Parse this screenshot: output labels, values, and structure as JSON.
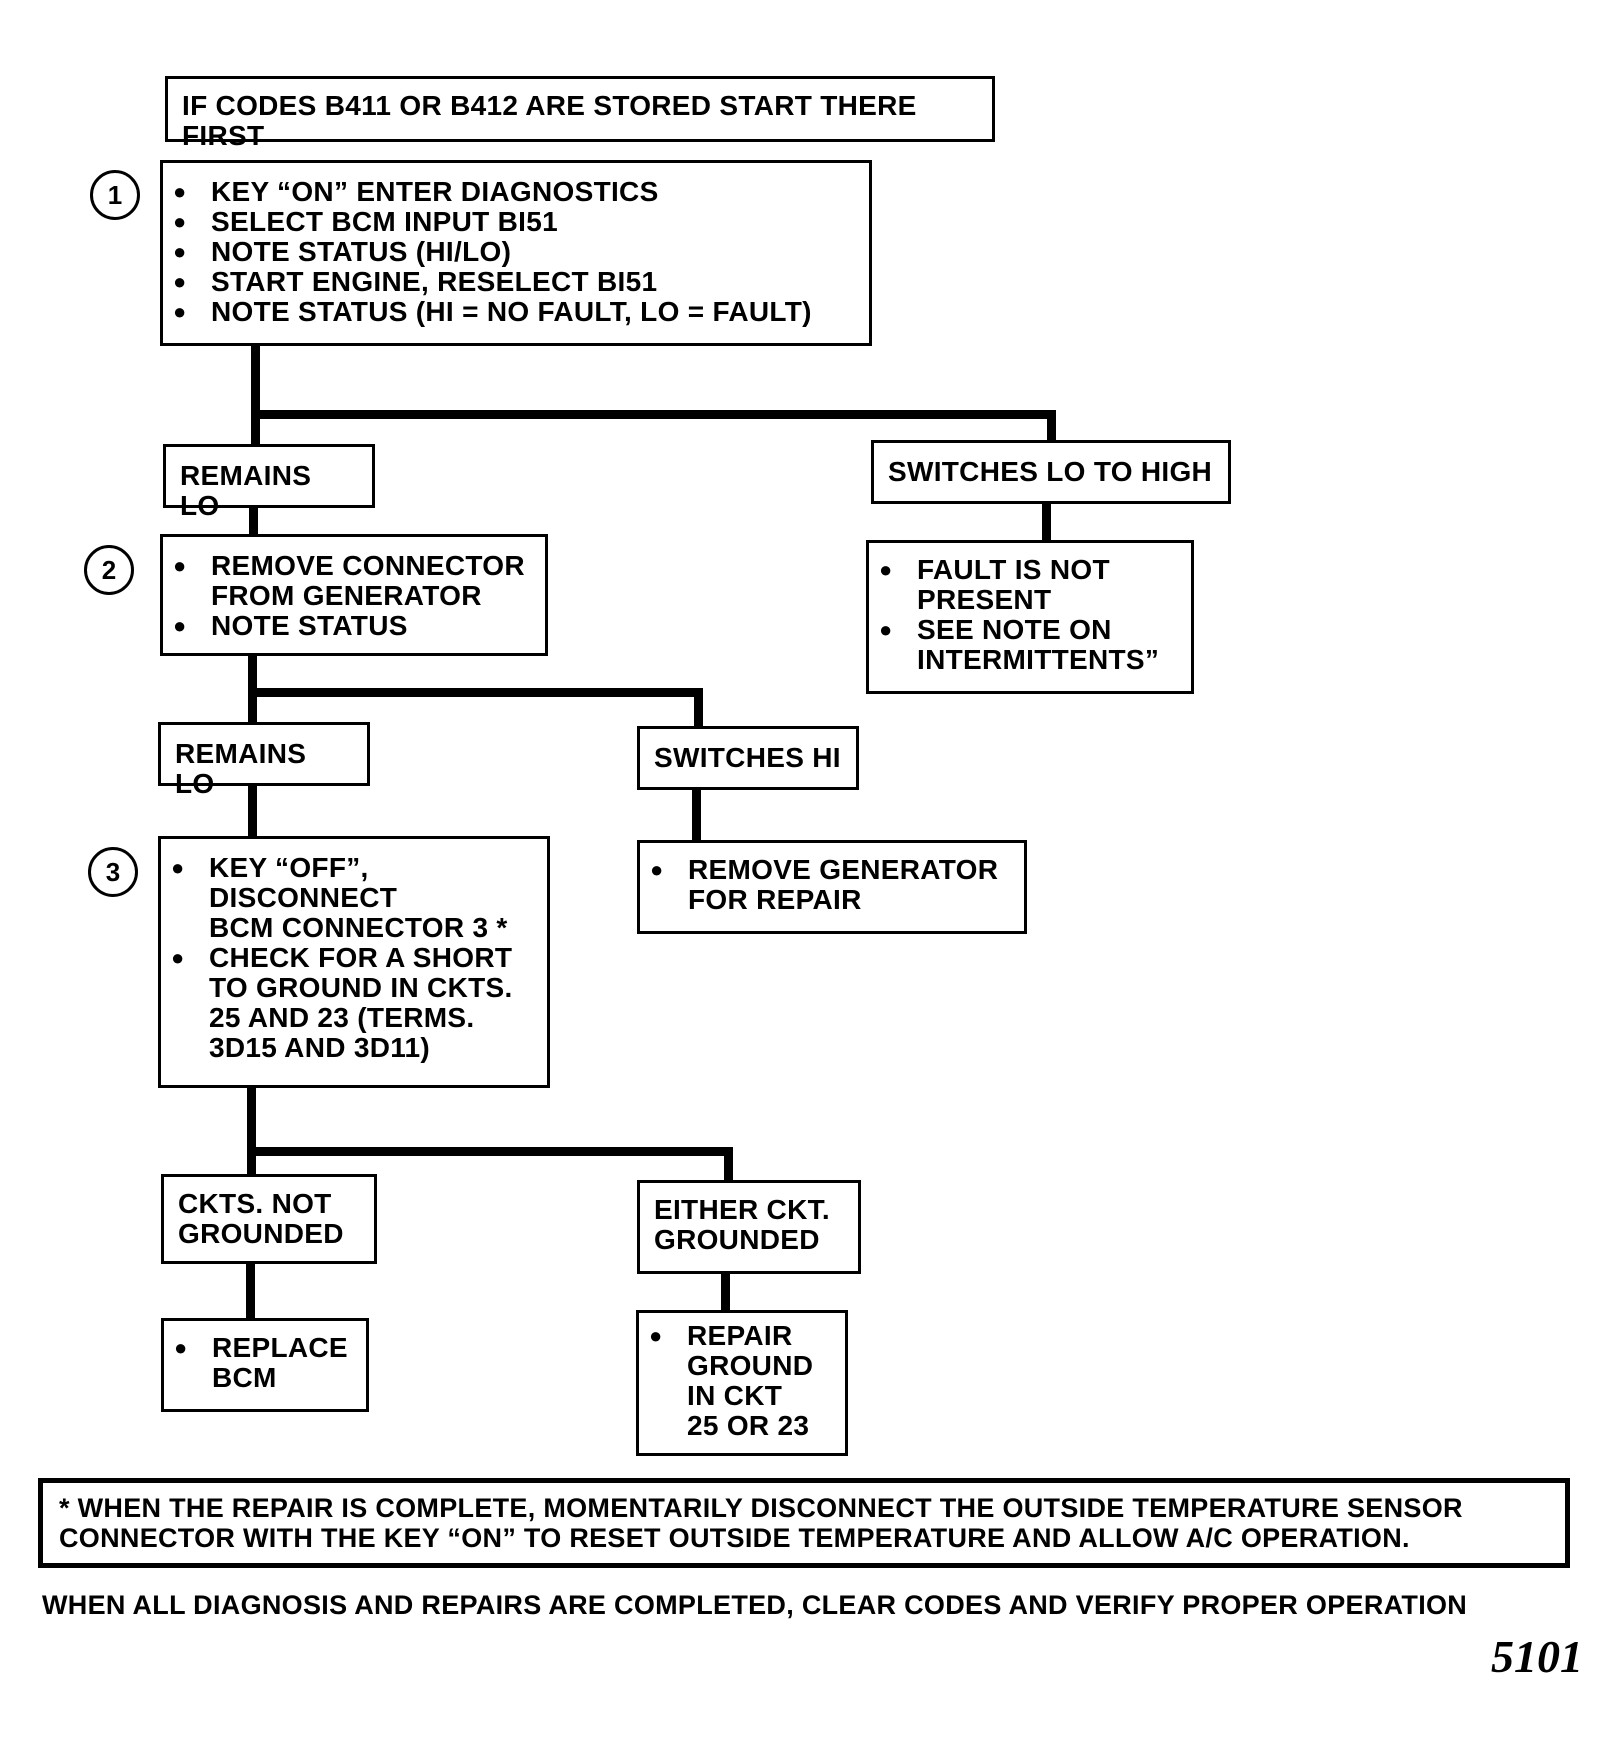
{
  "header_box": "IF CODES B411 OR B412 ARE STORED START THERE FIRST",
  "steps": [
    {
      "number": "1",
      "items": [
        "KEY “ON” ENTER DIAGNOSTICS",
        "SELECT BCM INPUT BI51",
        "NOTE STATUS (HI/LO)",
        "START ENGINE, RESELECT BI51",
        "NOTE STATUS (HI = NO FAULT, LO = FAULT)"
      ]
    },
    {
      "number": "2",
      "items": [
        "REMOVE CONNECTOR\nFROM GENERATOR",
        "NOTE STATUS"
      ]
    },
    {
      "number": "3",
      "items": [
        "KEY “OFF”,\nDISCONNECT\nBCM CONNECTOR 3 *",
        "CHECK FOR A SHORT\nTO GROUND IN CKTS.\n25 AND 23 (TERMS.\n3D15 AND 3D11)"
      ]
    }
  ],
  "branches": {
    "b1_left": "REMAINS LO",
    "b1_right": "SWITCHES LO TO HIGH",
    "b1_right_result": [
      "FAULT IS NOT\nPRESENT",
      "SEE NOTE ON\nINTERMITTENTS”"
    ],
    "b2_left": "REMAINS LO",
    "b2_right": "SWITCHES HI",
    "b2_right_result": [
      "REMOVE GENERATOR\nFOR REPAIR"
    ],
    "b3_left": "CKTS. NOT\nGROUNDED",
    "b3_left_result": [
      "REPLACE\nBCM"
    ],
    "b3_right": "EITHER CKT.\nGROUNDED",
    "b3_right_result": [
      "REPAIR\nGROUND\nIN CKT\n25 OR 23"
    ]
  },
  "footnote": "*  WHEN THE REPAIR IS COMPLETE, MOMENTARILY DISCONNECT THE OUTSIDE TEMPERATURE SENSOR CONNECTOR WITH THE KEY “ON” TO RESET OUTSIDE TEMPERATURE AND ALLOW A/C OPERATION.",
  "final_note": "WHEN ALL DIAGNOSIS AND REPAIRS ARE COMPLETED, CLEAR CODES AND  VERIFY PROPER OPERATION",
  "page_number": "5101"
}
